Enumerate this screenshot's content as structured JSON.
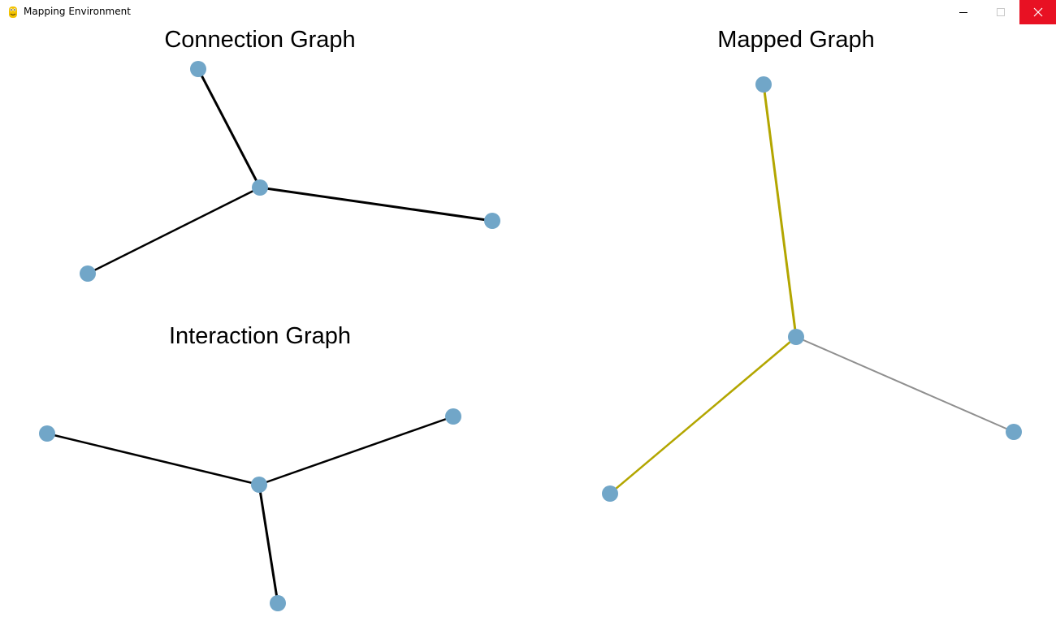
{
  "window": {
    "title": "Mapping Environment",
    "app_icon": "python-snake-icon",
    "controls": {
      "minimize_icon": "minimize-icon",
      "maximize_icon": "maximize-icon",
      "close_icon": "close-icon",
      "close_color": "#e81123"
    }
  },
  "graphs": {
    "connection": {
      "title": "Connection Graph"
    },
    "interaction": {
      "title": "Interaction Graph"
    },
    "mapped": {
      "title": "Mapped Graph"
    }
  },
  "colors": {
    "node_fill": "#71a6c8",
    "edge_default": "#000000",
    "edge_mapped": "#b3a600",
    "edge_unmapped": "#8f8f8f"
  }
}
